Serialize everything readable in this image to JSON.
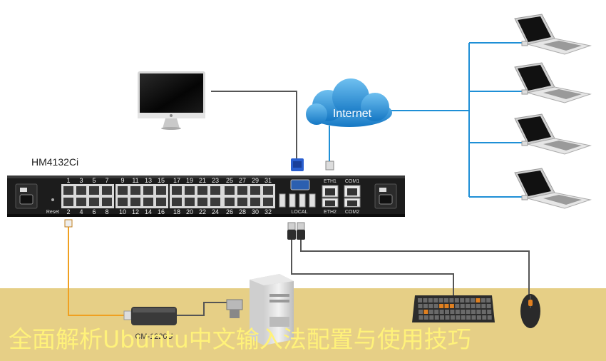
{
  "device": {
    "model": "HM4132Ci",
    "reset_label": "Reset",
    "top_ports": [
      "1",
      "3",
      "5",
      "7",
      "9",
      "11",
      "13",
      "15",
      "17",
      "19",
      "21",
      "23",
      "25",
      "27",
      "29",
      "31"
    ],
    "bottom_ports": [
      "2",
      "4",
      "6",
      "8",
      "10",
      "12",
      "14",
      "16",
      "18",
      "20",
      "22",
      "24",
      "26",
      "28",
      "30",
      "32"
    ],
    "local_label": "LOCAL",
    "eth1_label": "ETH1",
    "eth2_label": "ETH2",
    "com1_label": "COM1",
    "com2_label": "COM2"
  },
  "network": {
    "cloud_label": "Internet"
  },
  "adapter": {
    "label": "CM-1220U"
  },
  "banner": {
    "text": "全面解析Ubuntu中文输入法配置与使用技巧"
  },
  "colors": {
    "network_line": "#1e8fd6",
    "serial_line": "#f0a020",
    "local_line": "#555555",
    "banner_bg": "#e6cf86",
    "banner_text": "#fff27a",
    "cloud": "#1e8fd6"
  }
}
